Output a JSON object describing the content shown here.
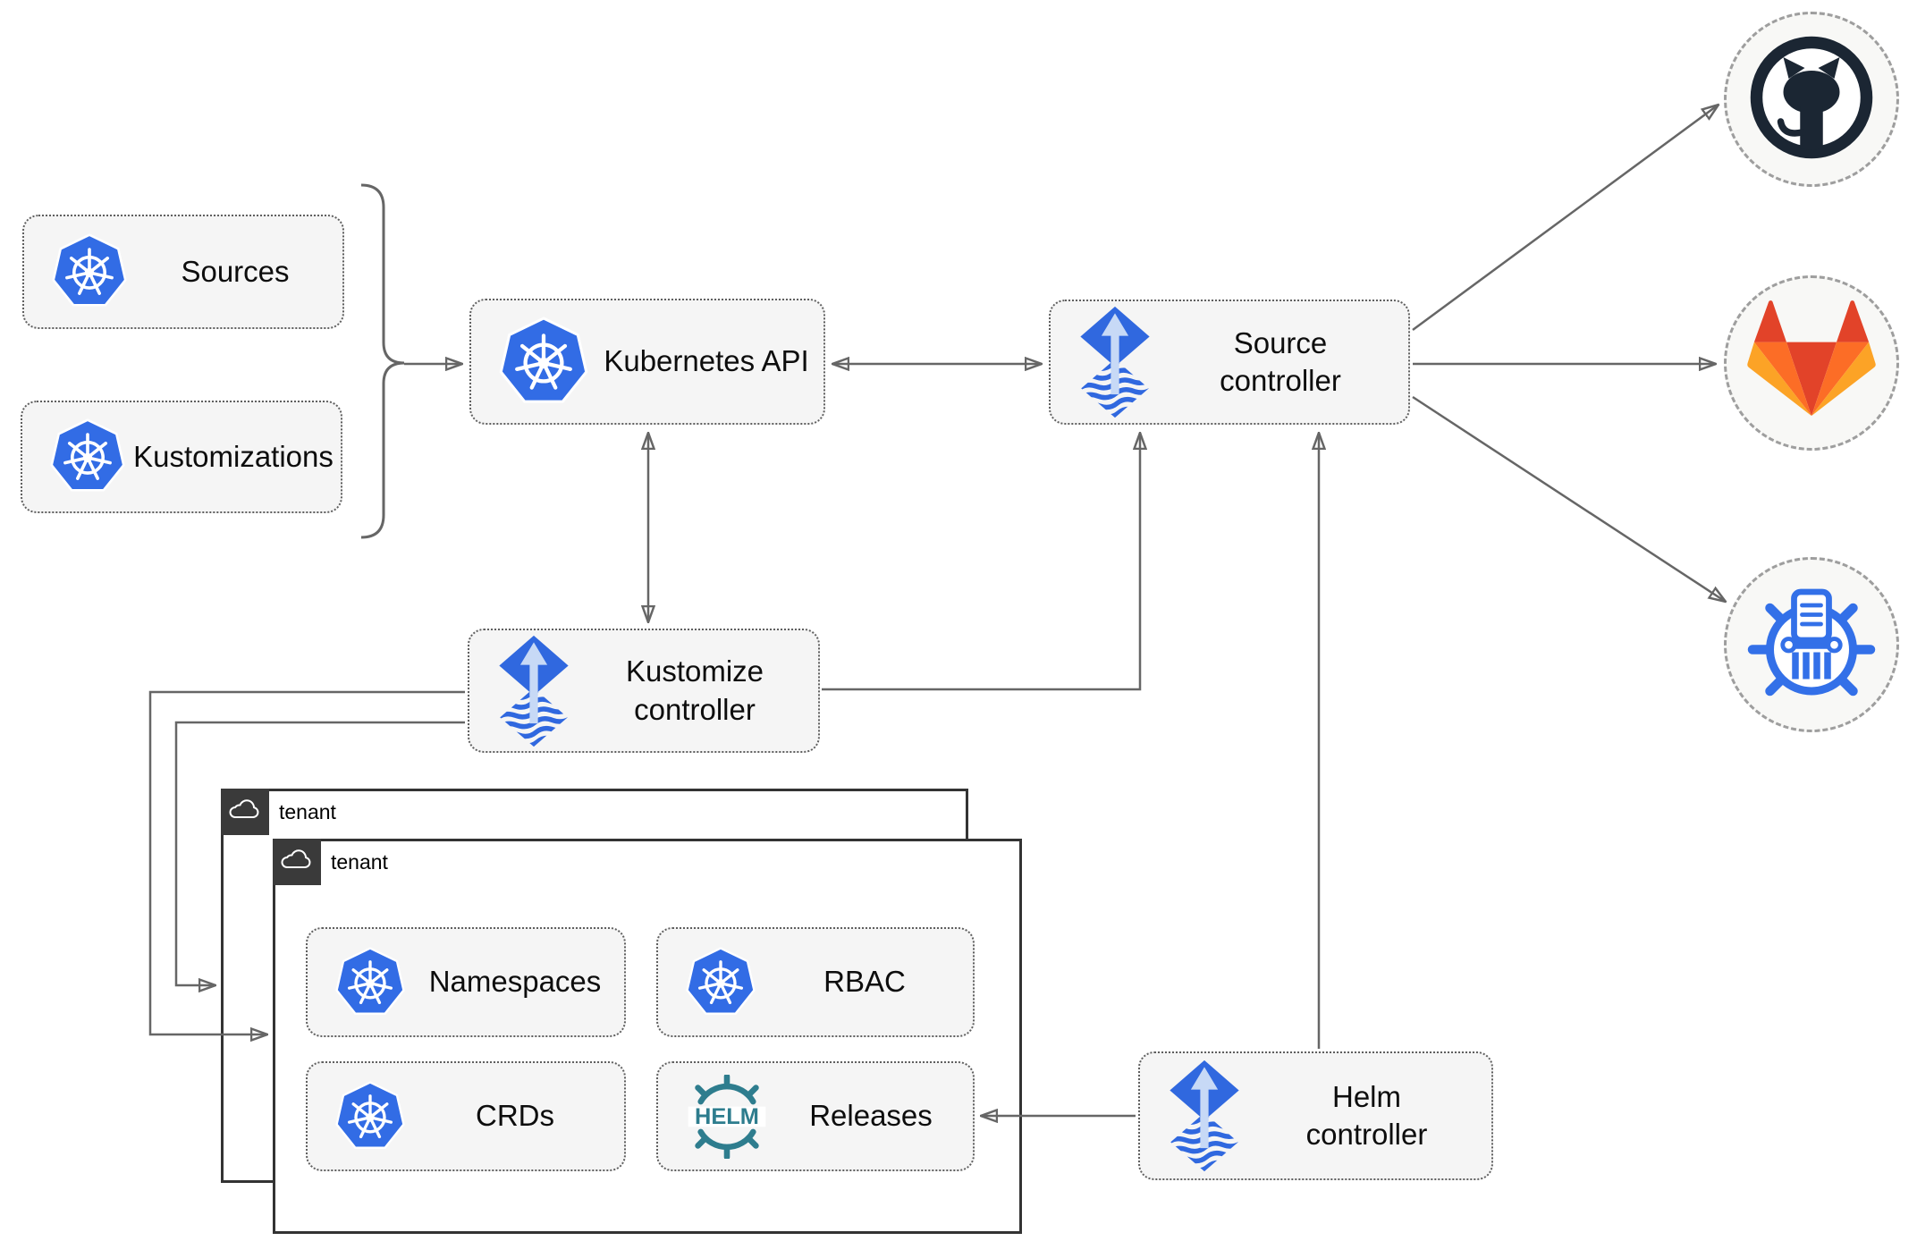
{
  "colors": {
    "arrow": "#666666",
    "box_border": "#5f5f5f",
    "tenant_border": "#333333",
    "tab_bg": "#3a3a3a",
    "circle_fill": "#f8f8f6",
    "circle_border": "#9e9e9e",
    "k8s_blue": "#326ce5",
    "flux_blue": "#3068df",
    "flux_arrow_light": "#c7d9f6",
    "helm_teal": "#2e7d8e",
    "github_dark": "#1b2633",
    "gitlab_red": "#e24329",
    "gitlab_orange": "#fc6d26",
    "gitlab_light": "#fca326",
    "cm_blue": "#3370e8"
  },
  "nodes": {
    "sources": {
      "label": "Sources"
    },
    "kustomizations": {
      "label": "Kustomizations"
    },
    "kubernetes_api": {
      "label": "Kubernetes API"
    },
    "source_controller": {
      "line1": "Source",
      "line2": "controller"
    },
    "kustomize_controller": {
      "line1": "Kustomize",
      "line2": "controller"
    },
    "helm_controller": {
      "line1": "Helm",
      "line2": "controller"
    },
    "tenant_back": {
      "label": "tenant"
    },
    "tenant_front": {
      "label": "tenant"
    },
    "namespaces": {
      "label": "Namespaces"
    },
    "rbac": {
      "label": "RBAC"
    },
    "crds": {
      "label": "CRDs"
    },
    "releases": {
      "label": "Releases",
      "helm_text": "HELM"
    }
  },
  "icons": {
    "kubernetes": "kubernetes-wheel-icon",
    "flux": "flux-icon",
    "helm": "helm-wheel-icon",
    "cloud": "cloud-icon",
    "github": "github-octocat-icon",
    "gitlab": "gitlab-tanuki-icon",
    "chartmuseum": "chartmuseum-icon"
  }
}
